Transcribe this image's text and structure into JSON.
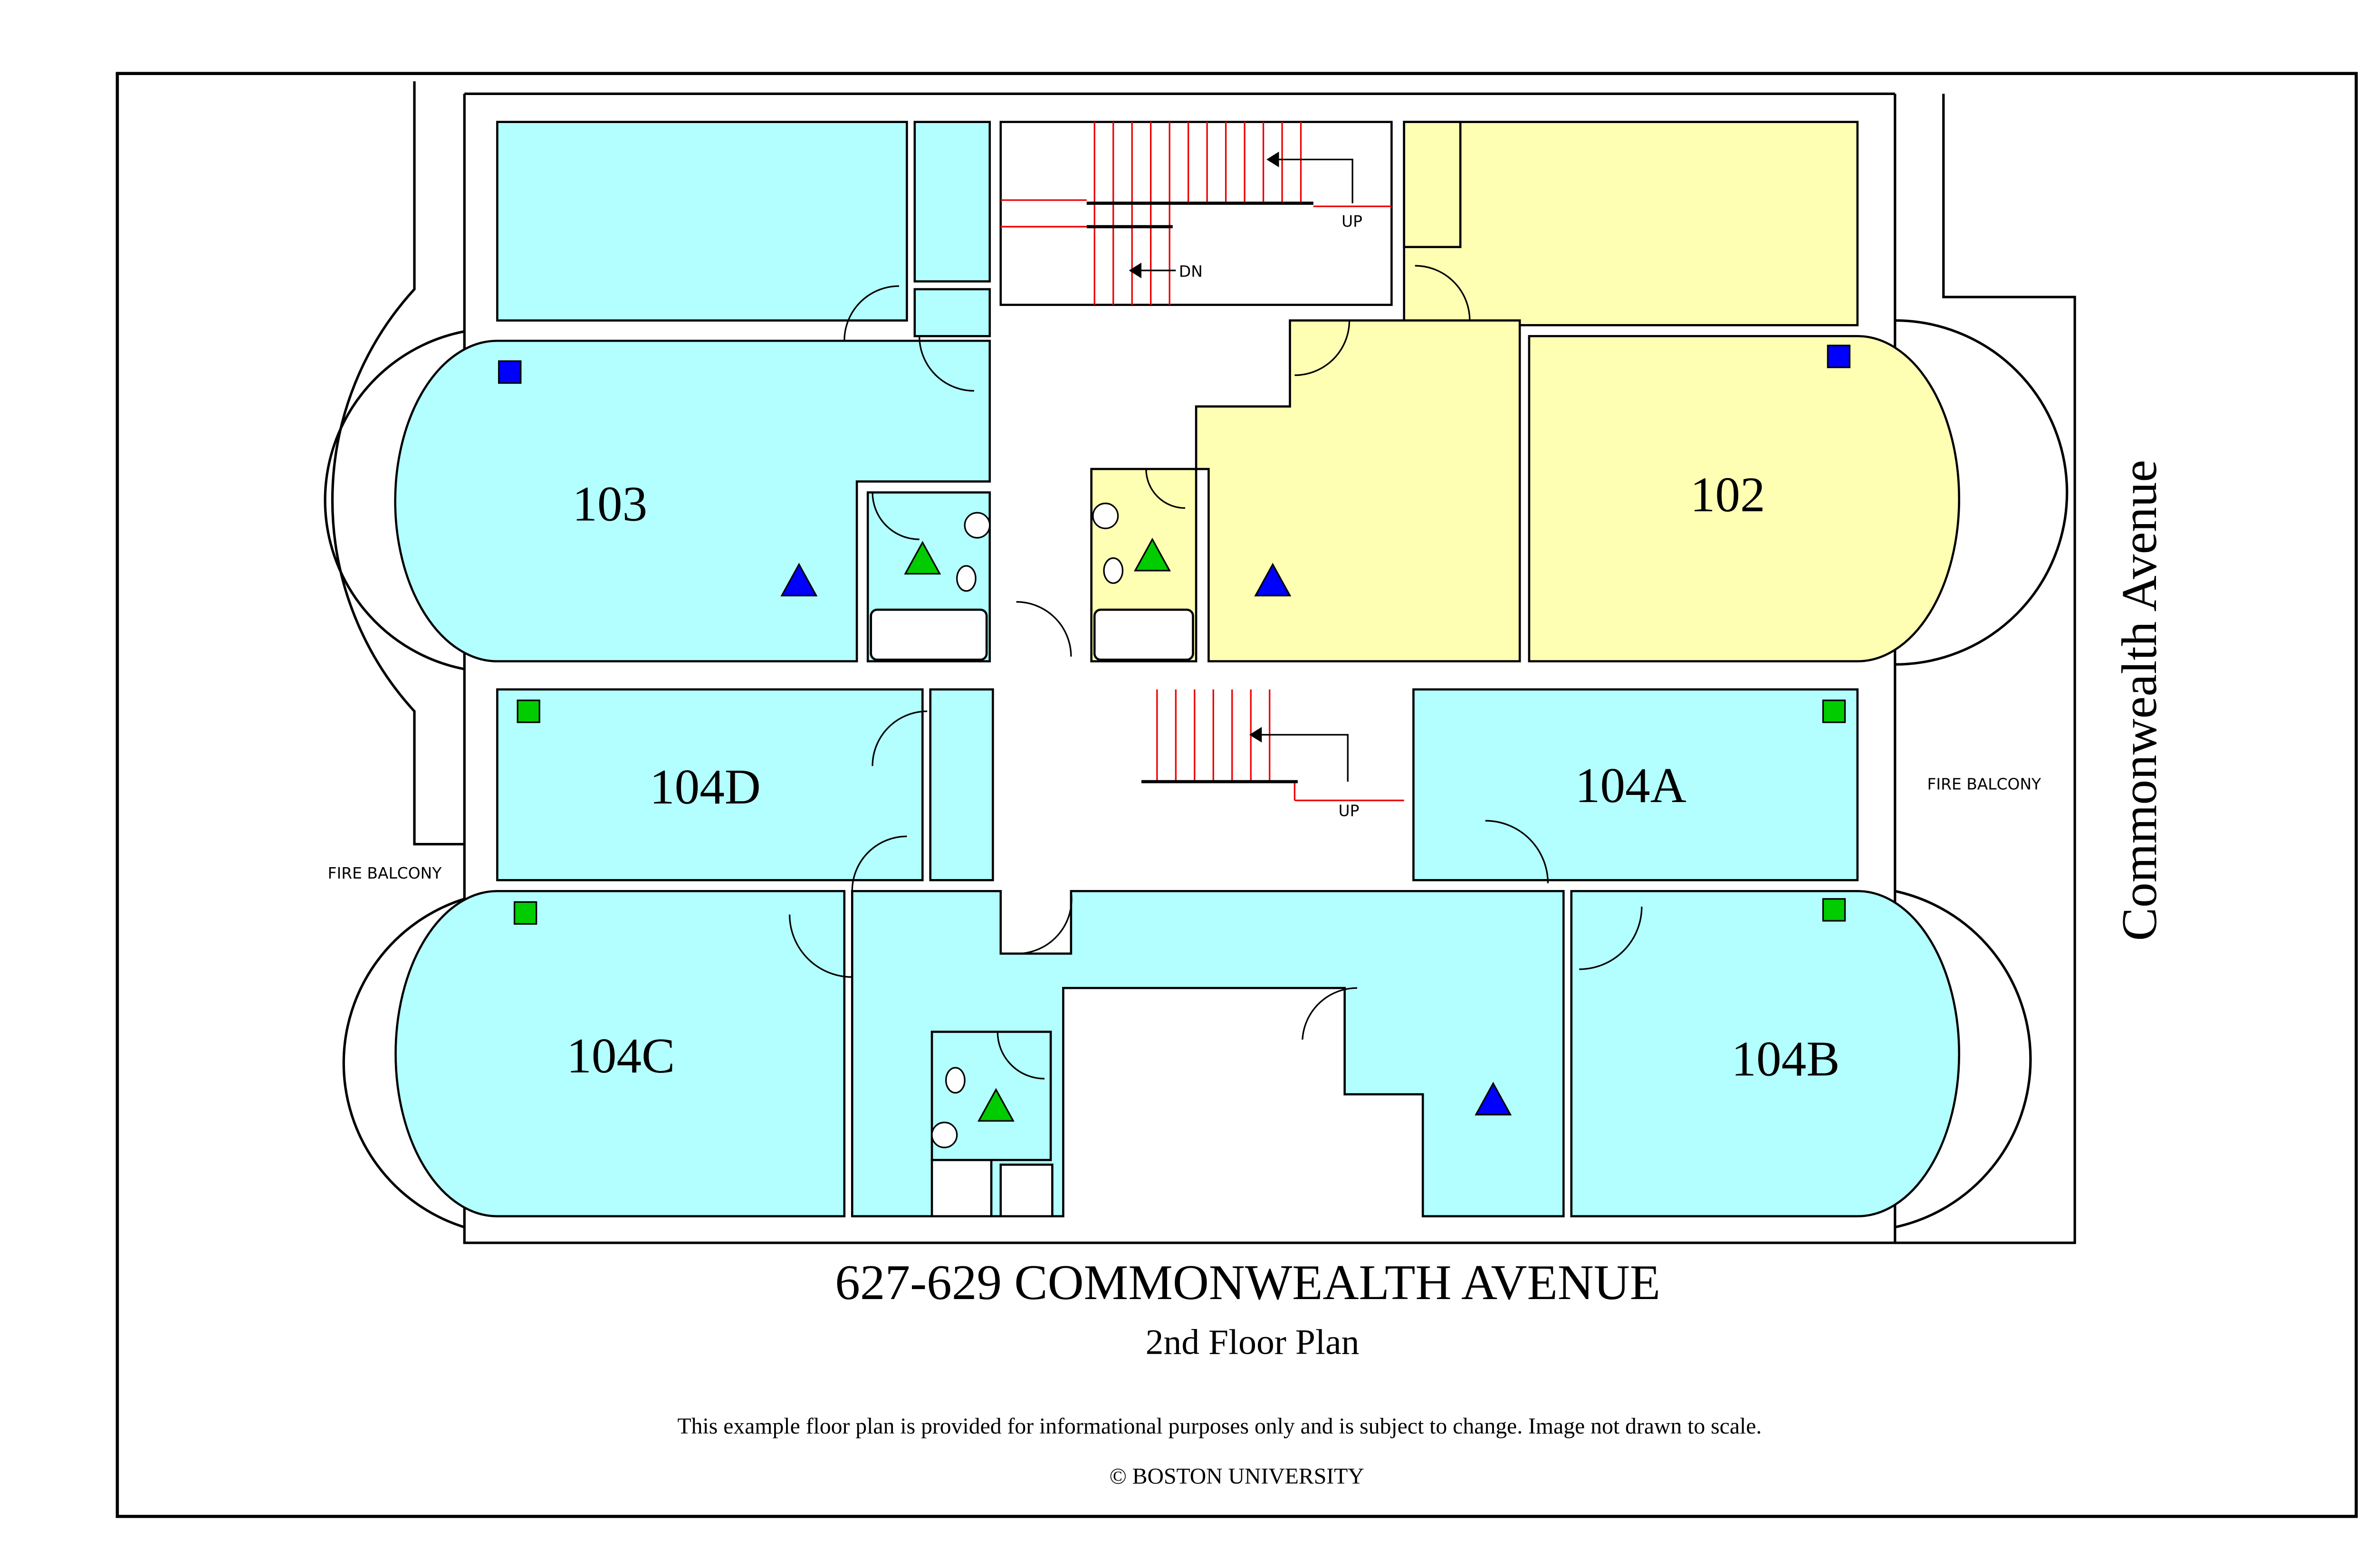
{
  "rooms": {
    "r103": "103",
    "r102": "102",
    "r104d": "104D",
    "r104a": "104A",
    "r104c": "104C",
    "r104b": "104B"
  },
  "stairs": {
    "up_top": "UP",
    "dn": "DN",
    "up_bottom": "UP"
  },
  "labels": {
    "fire_balcony_left": "FIRE BALCONY",
    "fire_balcony_right": "FIRE BALCONY",
    "street": "Commonwealth Avenue"
  },
  "title": "627-629 COMMONWEALTH AVENUE",
  "subtitle": "2nd Floor Plan",
  "disclaimer": "This example floor plan is provided for informational purposes only and is subject to change. Image not drawn to scale.",
  "copyright": "© BOSTON UNIVERSITY",
  "colors": {
    "room_cyan": "#b3ffff",
    "room_yellow": "#ffffb3",
    "marker_blue": "#0000ff",
    "marker_green": "#00cc00",
    "stair_red": "#ee0000"
  }
}
